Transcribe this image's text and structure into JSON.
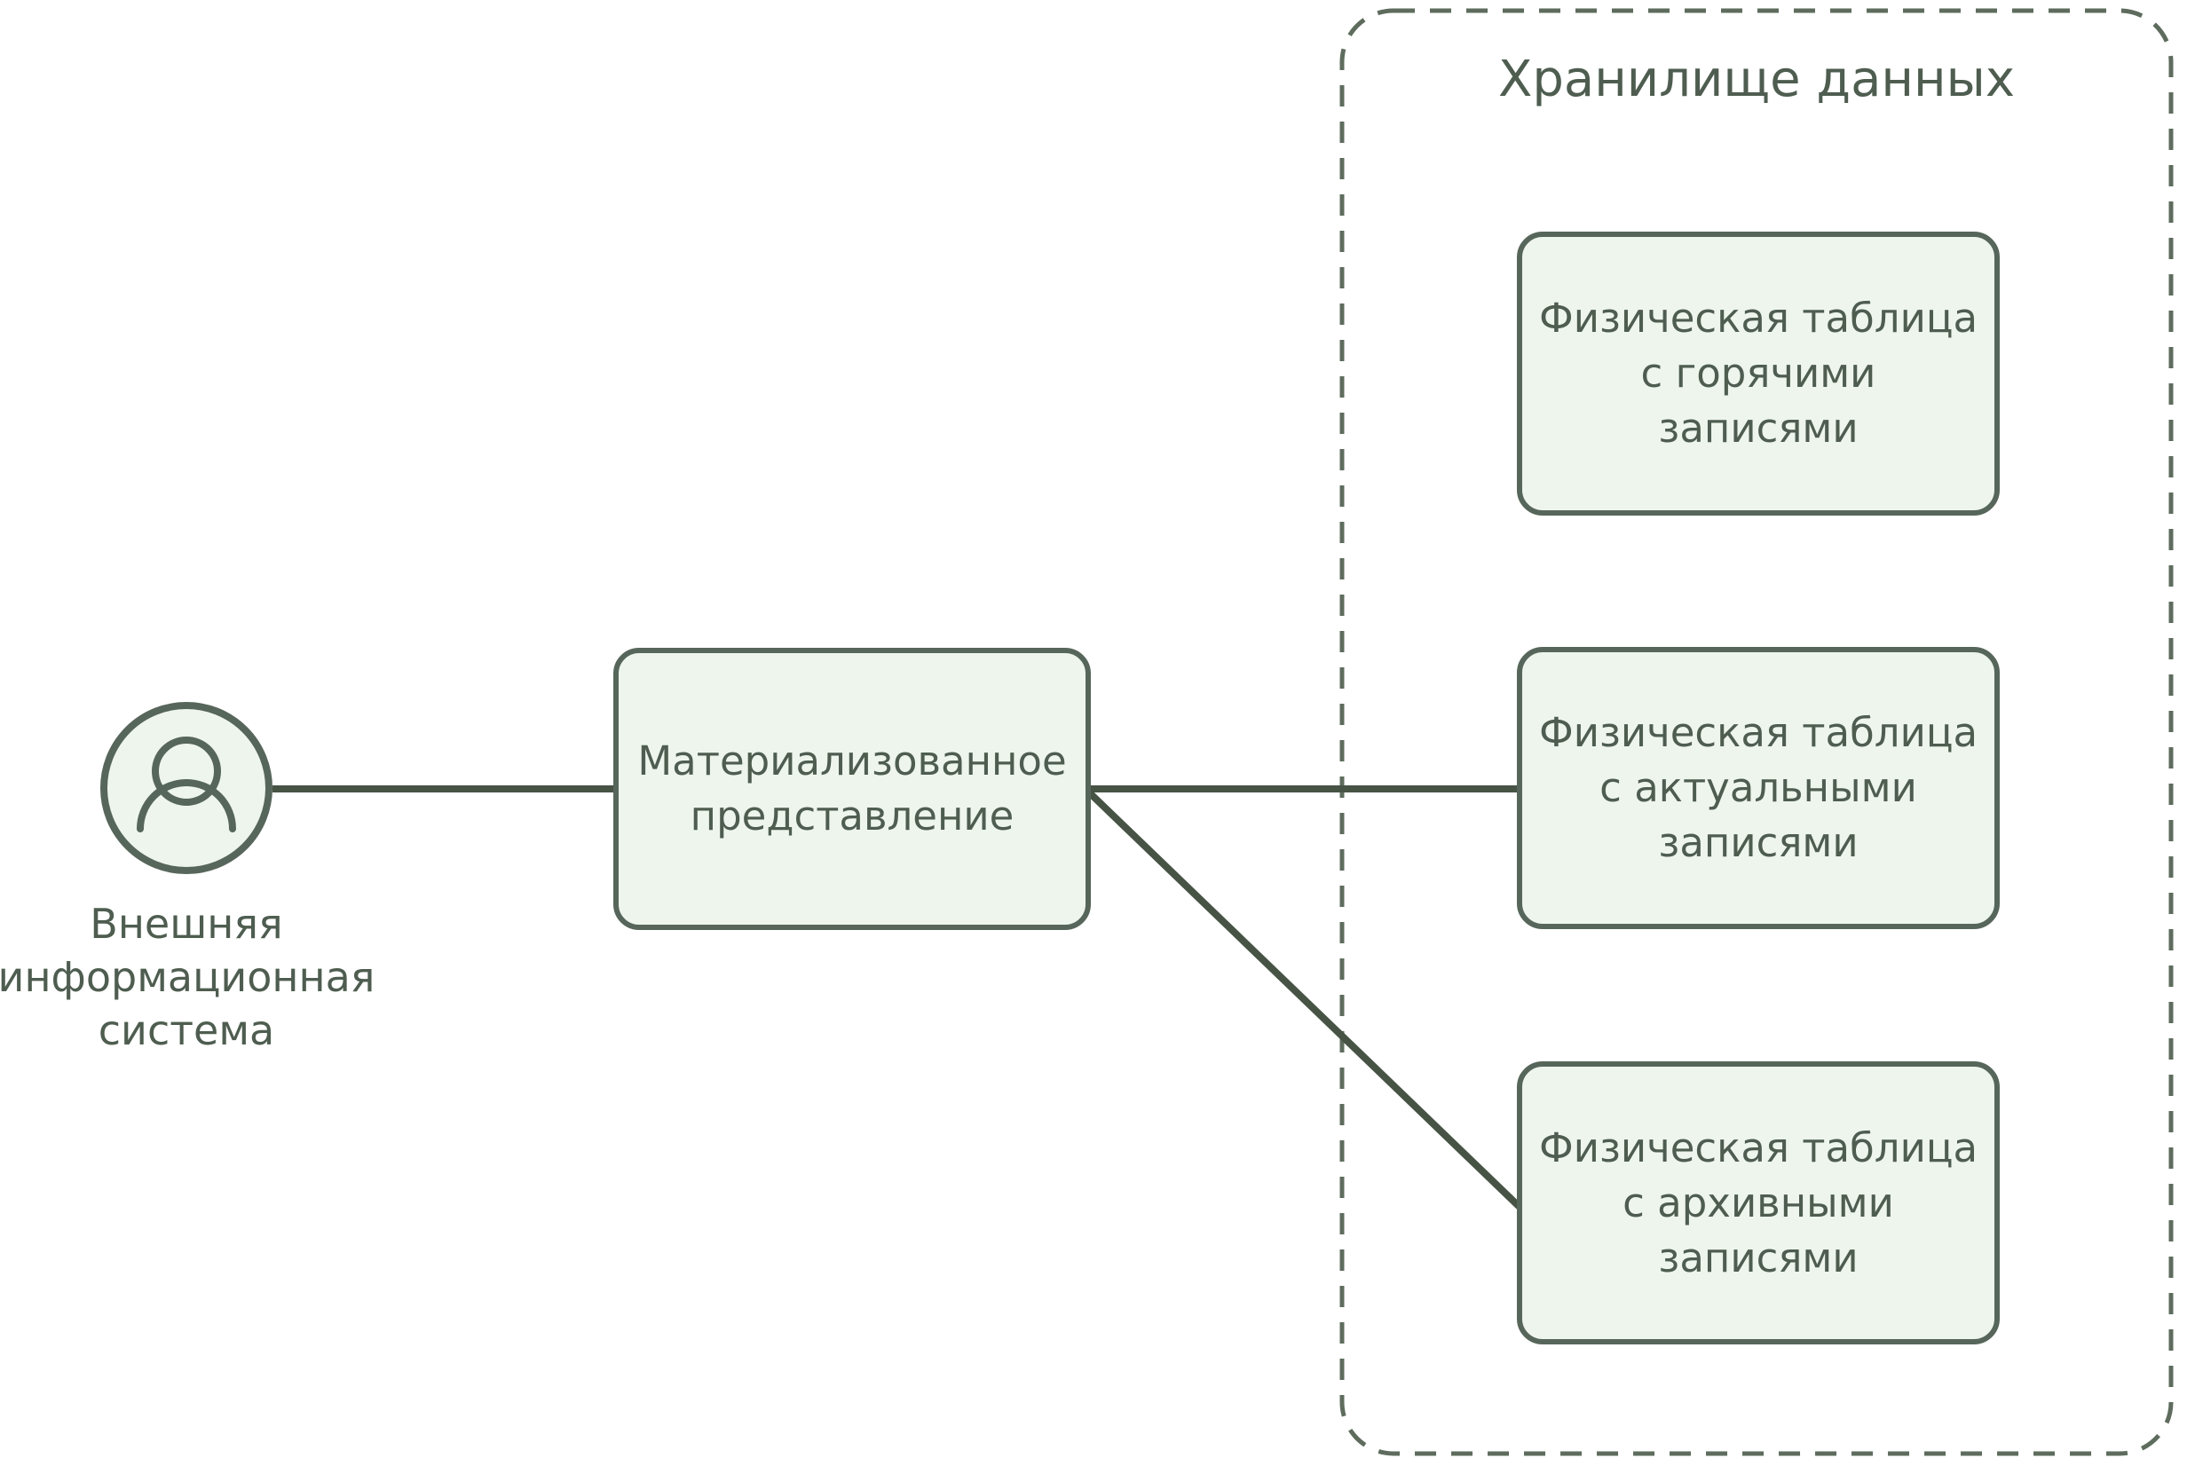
{
  "diagram": {
    "type": "architecture-diagram",
    "background": "#ffffff"
  },
  "colors": {
    "node_fill": "#eef5ed",
    "node_border": "#57665a",
    "dashed_container_border": "#5e6c5e",
    "connector_line": "#475445",
    "text": "#4e5d50"
  },
  "actor": {
    "icon": "user-icon",
    "label": "Внешняя\nинформационная\nсистема"
  },
  "nodes": {
    "materialized_view": {
      "label": "Материализованное\nпредставление"
    },
    "hot_table": {
      "label": "Физическая таблица\nс горячими\nзаписями"
    },
    "actual_table": {
      "label": "Физическая таблица\nс актуальными\nзаписями"
    },
    "archive_table": {
      "label": "Физическая таблица\nс архивными\nзаписями"
    }
  },
  "container": {
    "title": "Хранилище данных",
    "style": "dashed",
    "children": [
      "hot_table",
      "actual_table",
      "archive_table"
    ]
  },
  "connections": [
    {
      "from": "external-information-system",
      "to": "materialized-view",
      "style": "solid"
    },
    {
      "from": "materialized-view",
      "to": "physical-table-actual",
      "style": "solid"
    },
    {
      "from": "materialized-view",
      "to": "physical-table-archive",
      "style": "solid"
    }
  ]
}
